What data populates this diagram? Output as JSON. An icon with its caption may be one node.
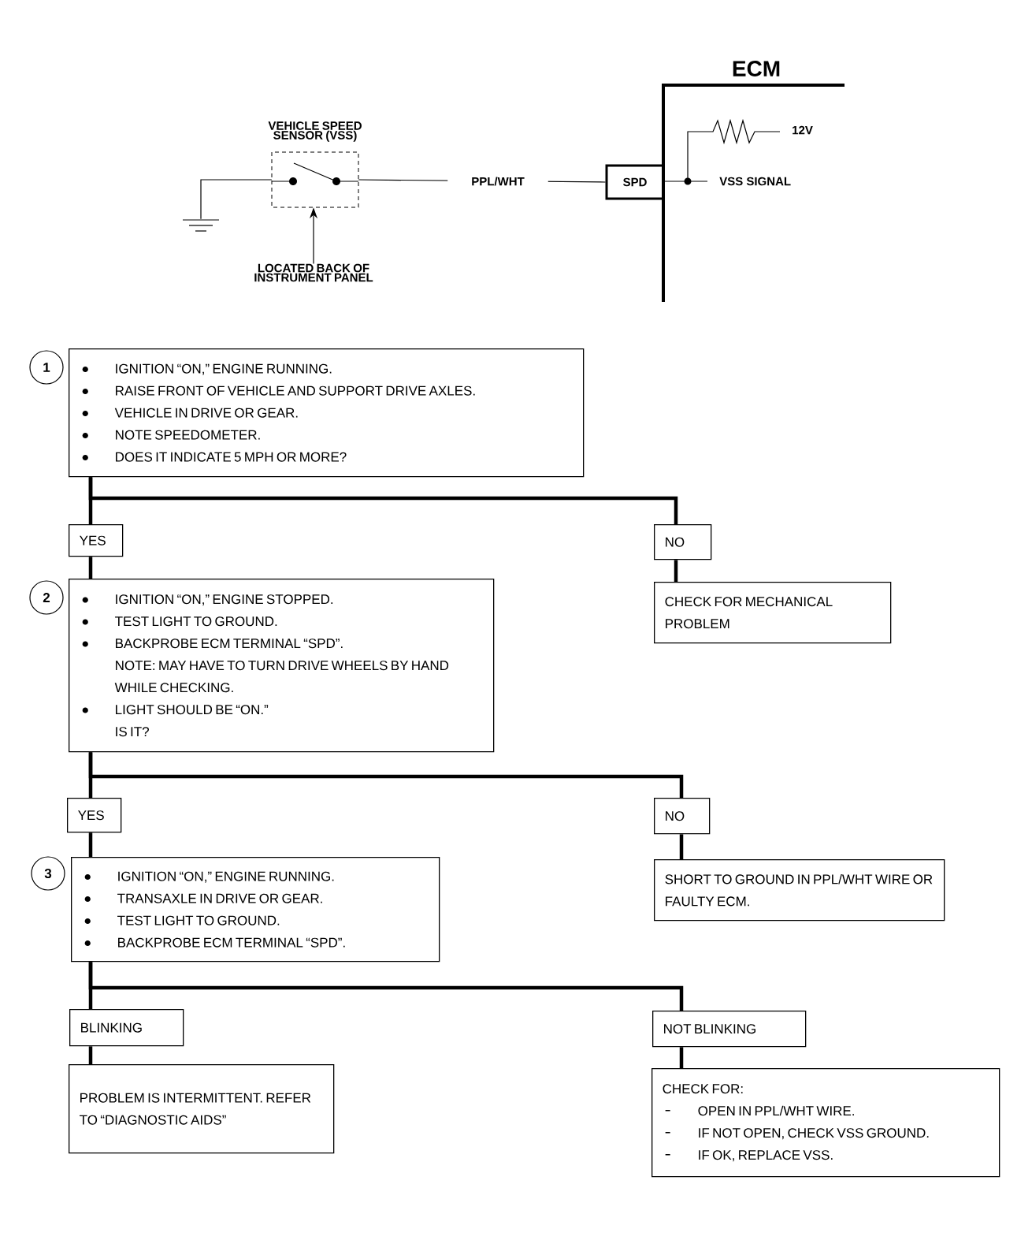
{
  "diagram": {
    "nodes": [
      {
        "text": [
          "VEHICLE SPEED SENSOR (VSS)"
        ]
      },
      {
        "text": [
          "ECM"
        ]
      },
      {
        "text": [
          "SPD"
        ]
      },
      {
        "text": [
          "LOCATED BACK OF INSTRUMENT PANEL"
        ]
      },
      {
        "text": [],
        "shape": "ground"
      },
      {
        "text": [
          "IGNITION “ON,” ENGINE RUNNING.",
          "RAISE FRONT OF VEHICLE AND SUPPORT DRIVE AXLES.",
          "VEHICLE IN DRIVE OR GEAR.",
          "NOTE SPEEDOMETER.",
          "DOES IT INDICATE 5 MPH OR MORE?"
        ],
        "beside": [
          "1"
        ]
      },
      {
        "text": [
          "YES"
        ]
      },
      {
        "text": [
          "NO"
        ]
      },
      {
        "text": [
          "IGNITION “ON,” ENGINE STOPPED.",
          "TEST LIGHT TO GROUND.",
          "BACKPROBE ECM TERMINAL “SPD”.",
          "NOTE:  MAY HAVE TO TURN DRIVE WHEELS BY HAND WHILE CHECKING.",
          "LIGHT SHOULD BE “ON.”",
          "IS IT?"
        ],
        "beside": [
          "2"
        ]
      },
      {
        "text": [
          "CHECK FOR MECHANICAL PROBLEM"
        ]
      },
      {
        "text": [
          "YES"
        ]
      },
      {
        "text": [
          "NO"
        ]
      },
      {
        "text": [
          "IGNITION “ON,” ENGINE RUNNING.",
          "TRANSAXLE IN DRIVE OR GEAR.",
          "TEST LIGHT TO GROUND.",
          "BACKPROBE ECM TERMINAL “SPD”."
        ],
        "beside": [
          "3"
        ]
      },
      {
        "text": [
          "SHORT TO GROUND IN PPL/WHT WIRE OR FAULTY ECM."
        ]
      },
      {
        "text": [
          "BLINKING"
        ]
      },
      {
        "text": [
          "NOT BLINKING"
        ]
      },
      {
        "text": [
          "PROBLEM IS INTERMITTENT. REFER TO “DIAGNOSTIC AIDS”"
        ]
      },
      {
        "text": [
          "CHECK FOR:",
          "OPEN IN PPL/WHT WIRE.",
          "IF NOT OPEN, CHECK VSS GROUND.",
          "IF OK, REPLACE VSS."
        ]
      }
    ],
    "edges": [
      {
        "from": 4,
        "to": 0,
        "arrow": "none"
      },
      {
        "from": 3,
        "to": 0,
        "arrow": "to"
      },
      {
        "from": 0,
        "to": 2,
        "arrow": "none",
        "label": "PPL/WHT"
      },
      {
        "from": 5,
        "to": 6,
        "arrow": "none"
      },
      {
        "from": 5,
        "to": 7,
        "arrow": "none"
      },
      {
        "from": 6,
        "to": 8,
        "arrow": "none"
      },
      {
        "from": 7,
        "to": 9,
        "arrow": "none"
      },
      {
        "from": 8,
        "to": 10,
        "arrow": "none"
      },
      {
        "from": 8,
        "to": 11,
        "arrow": "none"
      },
      {
        "from": 10,
        "to": 12,
        "arrow": "none"
      },
      {
        "from": 11,
        "to": 13,
        "arrow": "none"
      },
      {
        "from": 12,
        "to": 14,
        "arrow": "none"
      },
      {
        "from": 12,
        "to": 15,
        "arrow": "none"
      },
      {
        "from": 14,
        "to": 16,
        "arrow": "none"
      },
      {
        "from": 15,
        "to": 17,
        "arrow": "none"
      }
    ],
    "labels": [
      "12V",
      "VSS SIGNAL"
    ]
  }
}
